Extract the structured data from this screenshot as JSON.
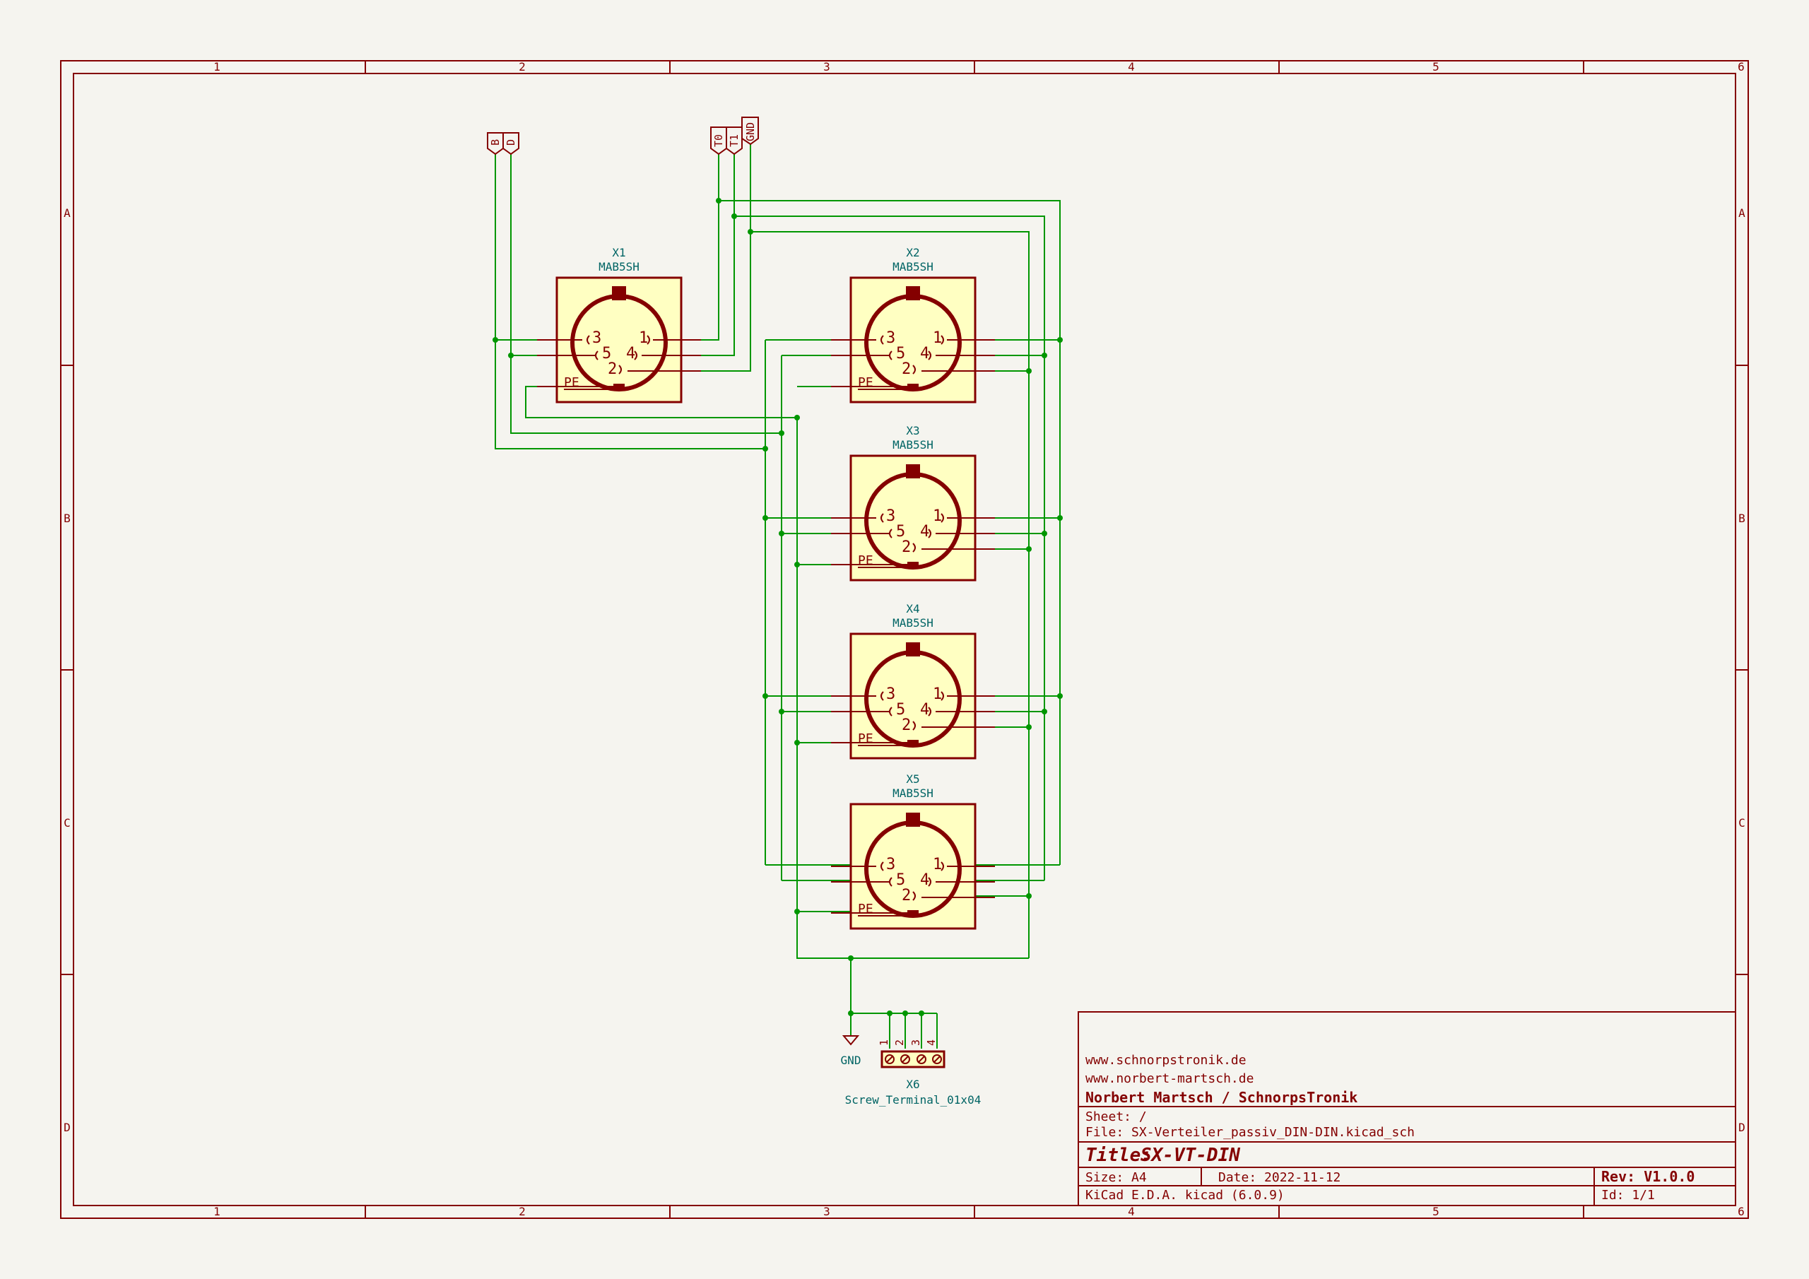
{
  "frame": {
    "columns": [
      "1",
      "2",
      "3",
      "4",
      "5",
      "6"
    ],
    "rows": [
      "A",
      "B",
      "C",
      "D"
    ]
  },
  "labels": {
    "b": "B",
    "d": "D",
    "t0": "T0",
    "t1": "T1",
    "gnd": "GND"
  },
  "components": [
    {
      "ref": "X1",
      "value": "MAB5SH"
    },
    {
      "ref": "X2",
      "value": "MAB5SH"
    },
    {
      "ref": "X3",
      "value": "MAB5SH"
    },
    {
      "ref": "X4",
      "value": "MAB5SH"
    },
    {
      "ref": "X5",
      "value": "MAB5SH"
    }
  ],
  "connector_pins": {
    "p1": "1",
    "p2": "2",
    "p3": "3",
    "p4": "4",
    "p5": "5",
    "pe": "PE"
  },
  "terminal": {
    "ref": "X6",
    "value": "Screw_Terminal_01x04",
    "pins": [
      "1",
      "2",
      "3",
      "4"
    ]
  },
  "gnd_symbol": "GND",
  "title_block": {
    "url1": "www.schnorpstronik.de",
    "url2": "www.norbert-martsch.de",
    "company": "Norbert Martsch / SchnorpsTronik",
    "sheet": "Sheet: /",
    "file": "File: SX-Verteiler_passiv_DIN-DIN.kicad_sch",
    "title_label": "Title:",
    "title": "SX-VT-DIN",
    "size": "Size: A4",
    "date": "Date: 2022-11-12",
    "rev": "Rev: V1.0.0",
    "tool": "KiCad E.D.A.  kicad (6.0.9)",
    "id": "Id: 1/1"
  },
  "colors": {
    "frame": "#840000",
    "wire": "#009600",
    "junction": "#009600",
    "body_fill": "#ffffc2",
    "text_teal": "#006464",
    "background": "#f5f4ef"
  }
}
